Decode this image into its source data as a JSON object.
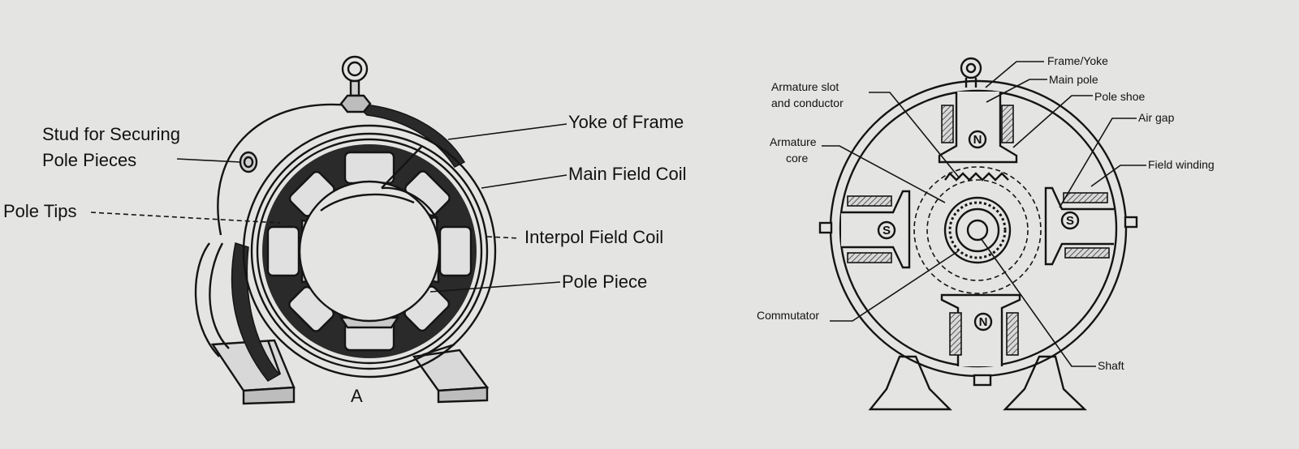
{
  "left_figure": {
    "labels": {
      "stud_line1": "Stud for Securing",
      "stud_line2": "Pole Pieces",
      "pole_tips": "Pole Tips",
      "yoke": "Yoke of Frame",
      "main_field_coil": "Main Field Coil",
      "interpole_coil": "Interpol Field Coil",
      "pole_piece": "Pole Piece",
      "figure_letter": "A"
    }
  },
  "right_figure": {
    "labels": {
      "frame_yoke": "Frame/Yoke",
      "main_pole": "Main pole",
      "pole_shoe": "Pole shoe",
      "air_gap": "Air gap",
      "field_winding": "Field winding",
      "armature_slot_line1": "Armature slot",
      "armature_slot_line2": "and conductor",
      "armature_core_line1": "Armature",
      "armature_core_line2": "core",
      "commutator": "Commutator",
      "shaft": "Shaft"
    },
    "pole_marks": {
      "top": "N",
      "bottom": "N",
      "left": "S",
      "right": "S"
    }
  },
  "colors": {
    "background": "#e4e4e2",
    "ink": "#141414",
    "dark_fill": "#2a2a2a",
    "hatch": "#6e6e6e"
  }
}
